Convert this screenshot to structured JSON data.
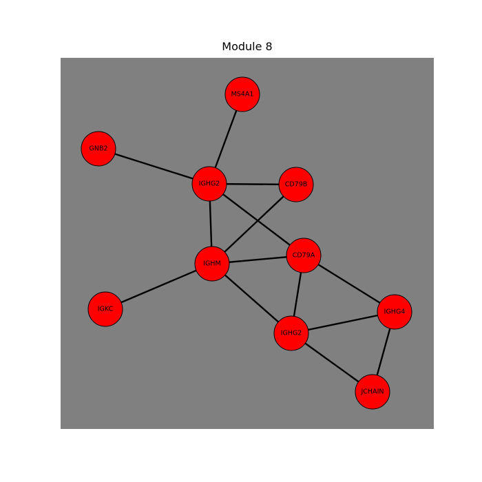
{
  "title": "Module 8",
  "colors": {
    "background": "#808080",
    "node_fill": "#ff0000",
    "node_stroke": "#000000",
    "edge": "#000000"
  },
  "graph": {
    "nodes": [
      {
        "id": "ms4a1",
        "label": "MS4A1"
      },
      {
        "id": "gnb2",
        "label": "GNB2"
      },
      {
        "id": "ighg2_top",
        "label": "IGHG2"
      },
      {
        "id": "cd79b",
        "label": "CD79B"
      },
      {
        "id": "ighm",
        "label": "IGHM"
      },
      {
        "id": "cd79a",
        "label": "CD79A"
      },
      {
        "id": "igkc",
        "label": "IGKC"
      },
      {
        "id": "ighg4",
        "label": "IGHG4"
      },
      {
        "id": "ighg2_bottom",
        "label": "IGHG2"
      },
      {
        "id": "jchain",
        "label": "JCHAIN"
      }
    ],
    "edges": [
      [
        "ms4a1",
        "ighg2_top"
      ],
      [
        "gnb2",
        "ighg2_top"
      ],
      [
        "ighg2_top",
        "cd79b"
      ],
      [
        "ighg2_top",
        "ighm"
      ],
      [
        "ighg2_top",
        "cd79a"
      ],
      [
        "cd79b",
        "ighm"
      ],
      [
        "ighm",
        "cd79a"
      ],
      [
        "ighm",
        "igkc"
      ],
      [
        "ighm",
        "ighg2_bottom"
      ],
      [
        "cd79a",
        "ighg2_bottom"
      ],
      [
        "cd79a",
        "ighg4"
      ],
      [
        "ighg2_bottom",
        "ighg4"
      ],
      [
        "ighg2_bottom",
        "jchain"
      ],
      [
        "ighg4",
        "jchain"
      ]
    ]
  }
}
